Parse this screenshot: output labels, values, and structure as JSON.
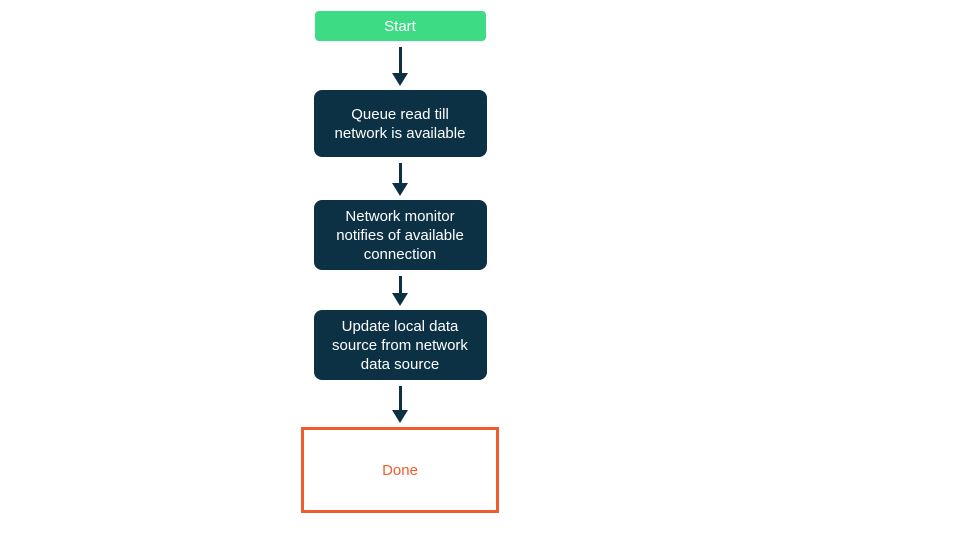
{
  "diagram": {
    "type": "flowchart",
    "nodes": [
      {
        "label": "Start",
        "kind": "start"
      },
      {
        "label": "Queue read till\nnetwork is available",
        "kind": "process"
      },
      {
        "label": "Network monitor\nnotifies of available\nconnection",
        "kind": "process"
      },
      {
        "label": "Update local data\nsource from network\ndata source",
        "kind": "process"
      },
      {
        "label": "Done",
        "kind": "end"
      }
    ],
    "colors": {
      "start_bg": "#3ddc84",
      "start_text": "#ffffff",
      "process_bg": "#0c3144",
      "process_text": "#ffffff",
      "end_border": "#f05d2d",
      "end_text": "#f05d2d",
      "arrow": "#0c3144",
      "canvas_bg": "#ffffff"
    }
  }
}
